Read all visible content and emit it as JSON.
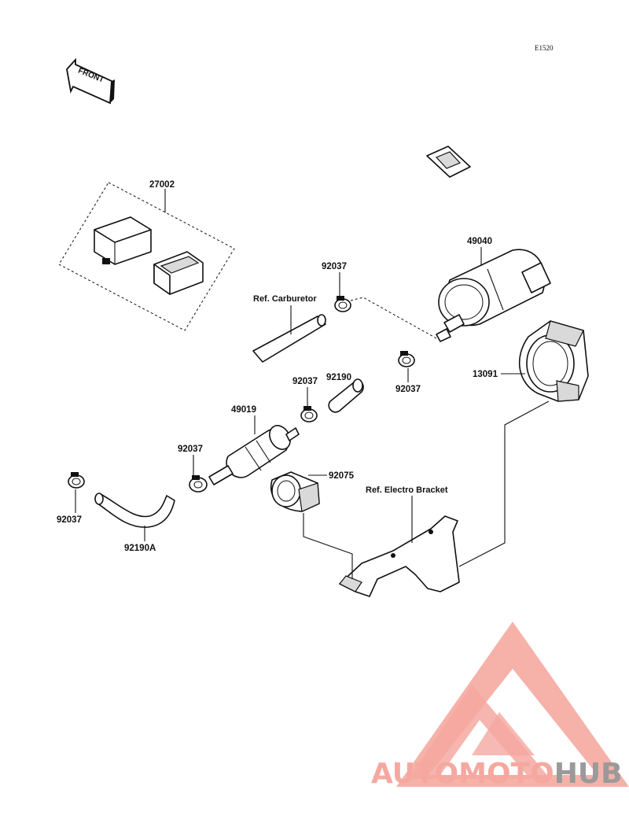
{
  "diagram_code": "E1520",
  "front_label": "FRONT",
  "parts": {
    "relay": "27002",
    "fuel_pump": "49040",
    "clamp_top": "92037",
    "clamp_mid": "92037",
    "clamp_right": "92037",
    "clamp_filter": "92037",
    "clamp_left": "92037",
    "hose_short": "92190",
    "fuel_filter": "49019",
    "pump_bracket": "13091",
    "damper": "92075",
    "hose_bent": "92190A"
  },
  "refs": {
    "carburetor": "Ref. Carburetor",
    "electro_bracket": "Ref. Electro Bracket"
  },
  "watermark": {
    "part1": "AUTOMOTO",
    "part2": "HUB",
    "color_primary": "#f5a8a0",
    "color_secondary": "#fbcf8a",
    "color_tertiary": "#9a9a9a"
  }
}
